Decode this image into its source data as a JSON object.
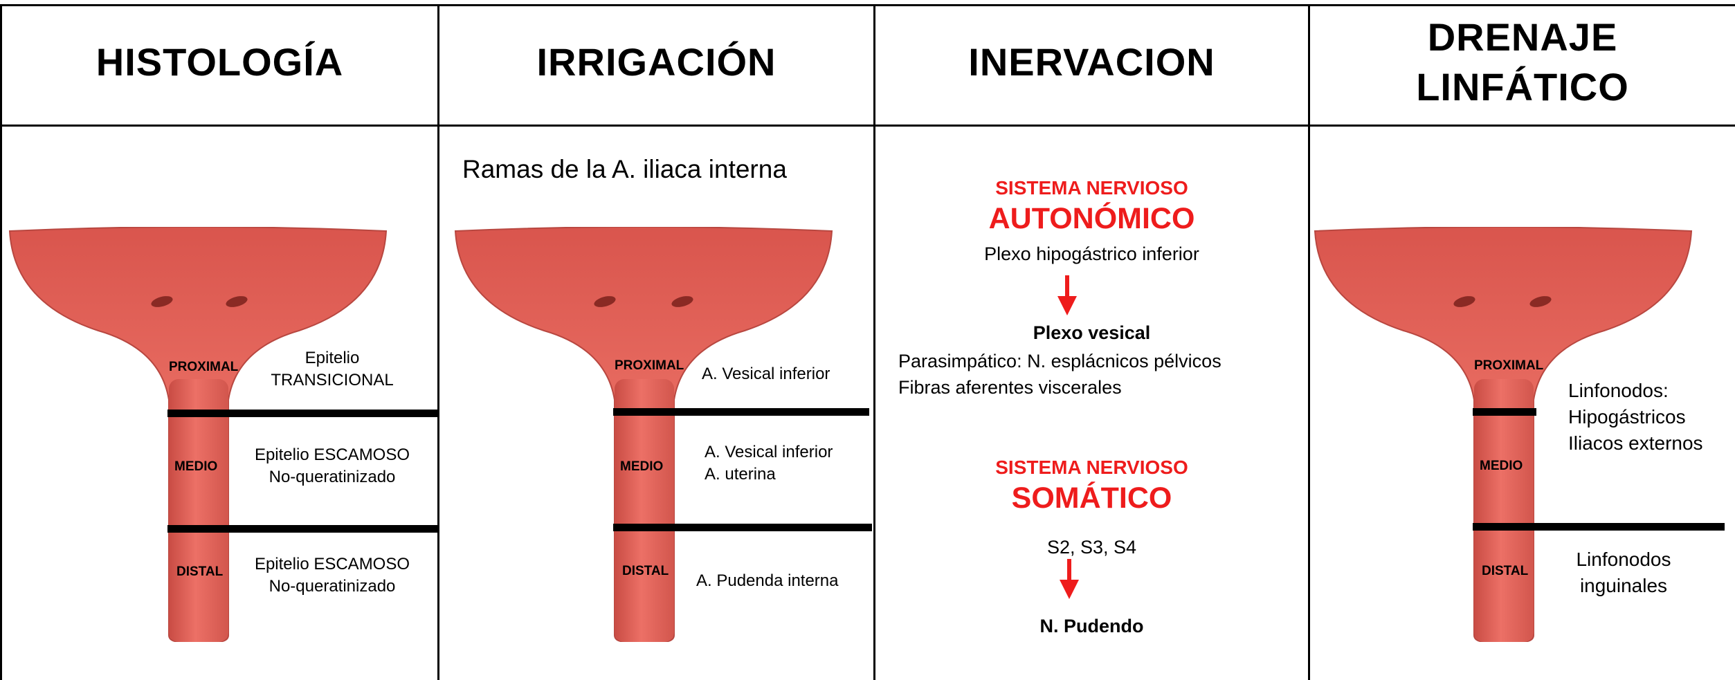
{
  "headers": {
    "histologia": "HISTOLOGÍA",
    "irrigacion": "IRRIGACIÓN",
    "inervacion": "INERVACION",
    "drenaje": [
      "DRENAJE",
      "LINFÁTICO"
    ]
  },
  "segments": {
    "proximal": "PROXIMAL",
    "medio": "MEDIO",
    "distal": "DISTAL"
  },
  "histologia": {
    "proximal": [
      "Epitelio",
      "TRANSICIONAL"
    ],
    "medio": [
      "Epitelio ESCAMOSO",
      "No-queratinizado"
    ],
    "distal": [
      "Epitelio ESCAMOSO",
      "No-queratinizado"
    ]
  },
  "irrigacion": {
    "intro": "Ramas de la A. iliaca interna",
    "proximal": "A. Vesical inferior",
    "medio": [
      "A. Vesical inferior",
      "A. uterina"
    ],
    "distal": "A. Pudenda interna"
  },
  "inervacion": {
    "autonomico": {
      "label": "SISTEMA NERVIOSO",
      "title": "AUTONÓMICO",
      "source": "Plexo hipogástrico inferior",
      "target": "Plexo vesical",
      "details": [
        "Parasimpático: N. esplácnicos pélvicos",
        "Fibras aferentes viscerales"
      ]
    },
    "somatico": {
      "label": "SISTEMA NERVIOSO",
      "title": "SOMÁTICO",
      "source": "S2, S3, S4",
      "target": "N. Pudendo"
    }
  },
  "drenaje": {
    "proximal": [
      "Linfonodos:",
      "Hipogástricos",
      "Iliacos externos"
    ],
    "distal": [
      "Linfonodos",
      "inguinales"
    ]
  },
  "colors": {
    "organ": "#e8645a",
    "organ_dark": "#c94c44",
    "accent_red": "#ee1c1c",
    "border": "#000000"
  }
}
